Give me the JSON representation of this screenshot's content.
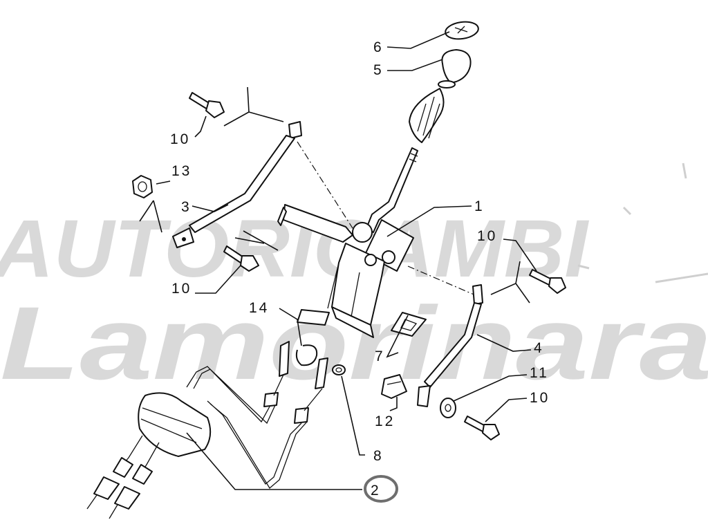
{
  "watermark": {
    "line1": "AUTORICAMBI",
    "line2": "Lamorinara"
  },
  "callouts": [
    {
      "id": "p1",
      "label": "1"
    },
    {
      "id": "p2",
      "label": "2",
      "circled": true
    },
    {
      "id": "p3",
      "label": "3"
    },
    {
      "id": "p4",
      "label": "4"
    },
    {
      "id": "p5",
      "label": "5"
    },
    {
      "id": "p6",
      "label": "6"
    },
    {
      "id": "p7",
      "label": "7"
    },
    {
      "id": "p8",
      "label": "8"
    },
    {
      "id": "p10a",
      "label": "10"
    },
    {
      "id": "p10b",
      "label": "10"
    },
    {
      "id": "p10c",
      "label": "10"
    },
    {
      "id": "p10d",
      "label": "10"
    },
    {
      "id": "p11",
      "label": "11"
    },
    {
      "id": "p12",
      "label": "12"
    },
    {
      "id": "p13",
      "label": "13"
    },
    {
      "id": "p14",
      "label": "14"
    }
  ],
  "colors": {
    "line": "#111111",
    "watermark": "#d9d9d9",
    "highlight_ring": "#6e6e6e"
  }
}
